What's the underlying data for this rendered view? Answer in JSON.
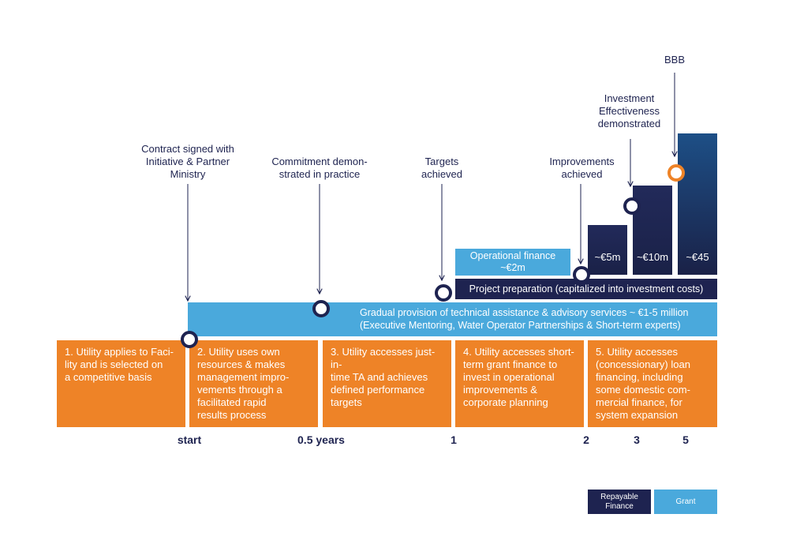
{
  "milestones": {
    "contract": "Contract signed with\nInitiative & Partner\nMinistry",
    "commitment": "Commitment demon-\nstrated in practice",
    "targets": "Targets\nachieved",
    "improvements": "Improvements\nachieved",
    "investment": "Investment\nEffectiveness\ndemonstrated",
    "bbb": "BBB"
  },
  "bars": {
    "operational_finance": "Operational finance\n~€2m",
    "project_preparation": "Project preparation (capitalized into investment costs)",
    "technical_assistance": "Gradual provision of technical assistance & advisory services ~ €1-5 million\n(Executive Mentoring, Water Operator Partnerships & Short-term experts)",
    "amount_5m": "~€5m",
    "amount_10m": "~€10m",
    "amount_45": "~€45"
  },
  "steps": [
    "1. Utility applies to Faci-\nlity and is selected on\na competitive basis",
    "2. Utility uses own\nresources & makes\nmanagement impro-\nvements through a\nfacilitated rapid\nresults process",
    "3. Utility accesses just-in-\ntime TA and achieves\ndefined performance\ntargets",
    "4. Utility accesses short-\nterm grant  finance to\ninvest  in operational\nimprovements &\ncorporate planning",
    "5. Utility accesses\n(concessionary) loan\nfinancing, including\nsome domestic com-\nmercial finance, for\nsystem expansion"
  ],
  "timeline": [
    "start",
    "0.5 years",
    "1",
    "2",
    "3",
    "5"
  ],
  "legend": {
    "repayable": "Repayable\nFinance",
    "grant": "Grant"
  },
  "colors": {
    "navy": "#1e2350",
    "light_blue": "#4aa9dc",
    "orange": "#ee8327"
  }
}
